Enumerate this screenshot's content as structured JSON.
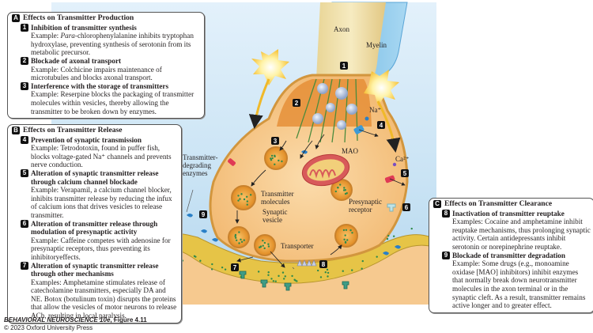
{
  "figure": {
    "labels": {
      "axon": "Axon",
      "myelin": "Myelin",
      "na": "Na⁺",
      "ca": "Ca²⁺",
      "mao": "MAO",
      "transmitter_degrading_enzymes": [
        "Transmitter-",
        "degrading",
        "enzymes"
      ],
      "transmitter_molecules": [
        "Transmitter",
        "molecules"
      ],
      "synaptic_vesicle": [
        "Synaptic",
        "vesicle"
      ],
      "presynaptic_receptor": [
        "Presynaptic",
        "receptor"
      ],
      "transporter": "Transporter"
    },
    "markers": [
      "1",
      "2",
      "3",
      "4",
      "5",
      "6",
      "7",
      "8",
      "9"
    ],
    "colors": {
      "background": "#c9e3f4",
      "terminal": "#f7c98a",
      "cleft": "#e8c94a",
      "myelin": "#8cc8ea",
      "axon": "#f2e3a8",
      "vesicle": "#f2a43a",
      "transmitter": "#2f8a4a"
    }
  },
  "panelA": {
    "letter": "A",
    "title": "Effects on Transmitter Production",
    "items": [
      {
        "num": "1",
        "title": "Inhibition of transmitter synthesis",
        "example_lead": "Example: ",
        "example_italic": "Para",
        "example": "-chlorophenylalanine inhibits tryptophan hydroxylase, preventing synthesis of serotonin from its metabolic precursor."
      },
      {
        "num": "2",
        "title": "Blockade of axonal transport",
        "example_lead": "Example: ",
        "example_italic": "",
        "example": "Colchicine impairs maintenance of microtubules and blocks axonal transport."
      },
      {
        "num": "3",
        "title": "Interference with the storage of transmitters",
        "example_lead": "Example: ",
        "example_italic": "",
        "example": "Reserpine blocks the packaging of transmitter molecules within vesicles, thereby allowing the transmitter to be broken down by enzymes."
      }
    ]
  },
  "panelB": {
    "letter": "B",
    "title": "Effects on Transmitter Release",
    "items": [
      {
        "num": "4",
        "title": "Prevention of synaptic transmission",
        "example": "Example: Tetrodotoxin, found in puffer fish, blocks voltage-gated Na⁺ channels and prevents nerve conduction."
      },
      {
        "num": "5",
        "title": "Alteration of synaptic transmitter release through calcium channel blockade",
        "example": "Example: Verapamil, a calcium channel blocker, inhibits transmitter release by reducing the infux of calcium ions that drives vesicles to release transmitter."
      },
      {
        "num": "6",
        "title": "Alteration of transmitter release through modulation of presynaptic activity",
        "example": "Example: Caffeine competes with adenosine for presynaptic receptors, thus preventing its inhibitoryeffects."
      },
      {
        "num": "7",
        "title": "Alteration of synaptic transmitter release through other mechanisms",
        "example": "Examples: Amphetamine stimulates release of catecholamine transmitters, especially DA and NE. Botox (botulinum toxin) disrupts the proteins that allow the vesicles of motor neurons to release ACh, resulting in local paralysis."
      }
    ]
  },
  "panelC": {
    "letter": "C",
    "title": "Effects on Transmitter Clearance",
    "items": [
      {
        "num": "8",
        "title": "Inactivation of transmitter reuptake",
        "example": "Examples: Cocaine and amphetamine inhibit reuptake mechanisms, thus prolonging synaptic activity. Certain antidepressants inhibit serotonin or norepinephrine reuptake."
      },
      {
        "num": "9",
        "title": "Blockade of transmitter degradation",
        "example": "Example: Some drugs (e.g., monoamine oxidase [MAO] inhibitors) inhibit enzymes that normally break down neurotransmitter molecules in the axon terminal or in the synaptic cleft. As a result, transmitter remains active longer and to greater effect."
      }
    ]
  },
  "caption": {
    "book": "BEHAVIORAL NEUROSCIENCE 10e",
    "figure": ", Figure 4.11",
    "copyright": "© 2023 Oxford University Press"
  }
}
